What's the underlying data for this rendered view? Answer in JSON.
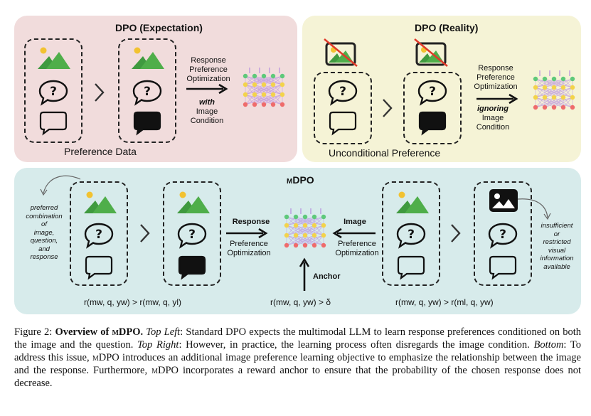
{
  "panels": {
    "expectation": {
      "title": "DPO (Expectation)",
      "footer": "Preference Data"
    },
    "reality": {
      "title": "DPO (Reality)",
      "footer": "Unconditional Preference"
    },
    "mdpo": {
      "title": "mDPO"
    }
  },
  "labels": {
    "rpo_exp": [
      "Response",
      "Preference",
      "Optimization"
    ],
    "with": "with",
    "cond_exp": [
      "Image",
      "Condition"
    ],
    "rpo_real": [
      "Response",
      "Preference",
      "Optimization"
    ],
    "ignoring": "ignoring",
    "cond_real": [
      "Image",
      "Condition"
    ],
    "mdpo_resp": "Response",
    "mdpo_resp_sub": [
      "Preference",
      "Optimization"
    ],
    "mdpo_img": "Image",
    "mdpo_img_sub": [
      "Preference",
      "Optimization"
    ],
    "anchor": "Anchor",
    "left_note": [
      "preferred",
      "combination",
      "of",
      "image,",
      "question,",
      "and",
      "response"
    ],
    "right_note": [
      "insufficient",
      "or",
      "restricted",
      "visual",
      "information",
      "available"
    ]
  },
  "inequalities": {
    "left": "r(mw, q, yw) > r(mw, q, yl)",
    "middle": "r(mw, q, yw) > δ",
    "right": "r(mw, q, yw) > r(ml, q, yw)"
  },
  "caption": {
    "fig": "Figure 2: ",
    "title": "Overview of ",
    "title_sc": "mDPO",
    "title_end": ". ",
    "tl": "Top Left",
    "s1": ": Standard DPO expects the multimodal LLM to learn response preferences conditioned on both the image and the question. ",
    "tr": "Top Right",
    "s2": ": However, in practice, the learning process often disregards the image condition. ",
    "bottom": "Bottom",
    "s3": ": To address this issue, ",
    "sc1": "mDPO",
    "s4": " introduces an additional image preference learning objective to emphasize the relationship between the image and the response. Furthermore, ",
    "sc2": "mDPO",
    "s5": " incorporates a reward anchor to ensure that the probability of the chosen response does not decrease."
  },
  "colors": {
    "expectation_bg": "#f1dcdc",
    "reality_bg": "#f5f3d6",
    "mdpo_bg": "#d7ebeb",
    "mountain": "#3f9a3f",
    "sun": "#f2c230",
    "cross": "#e03a2a",
    "node_green": "#5ec97a",
    "node_yellow": "#f3d34a",
    "node_red": "#ef6b6b",
    "edge_purple": "#b58be0"
  }
}
